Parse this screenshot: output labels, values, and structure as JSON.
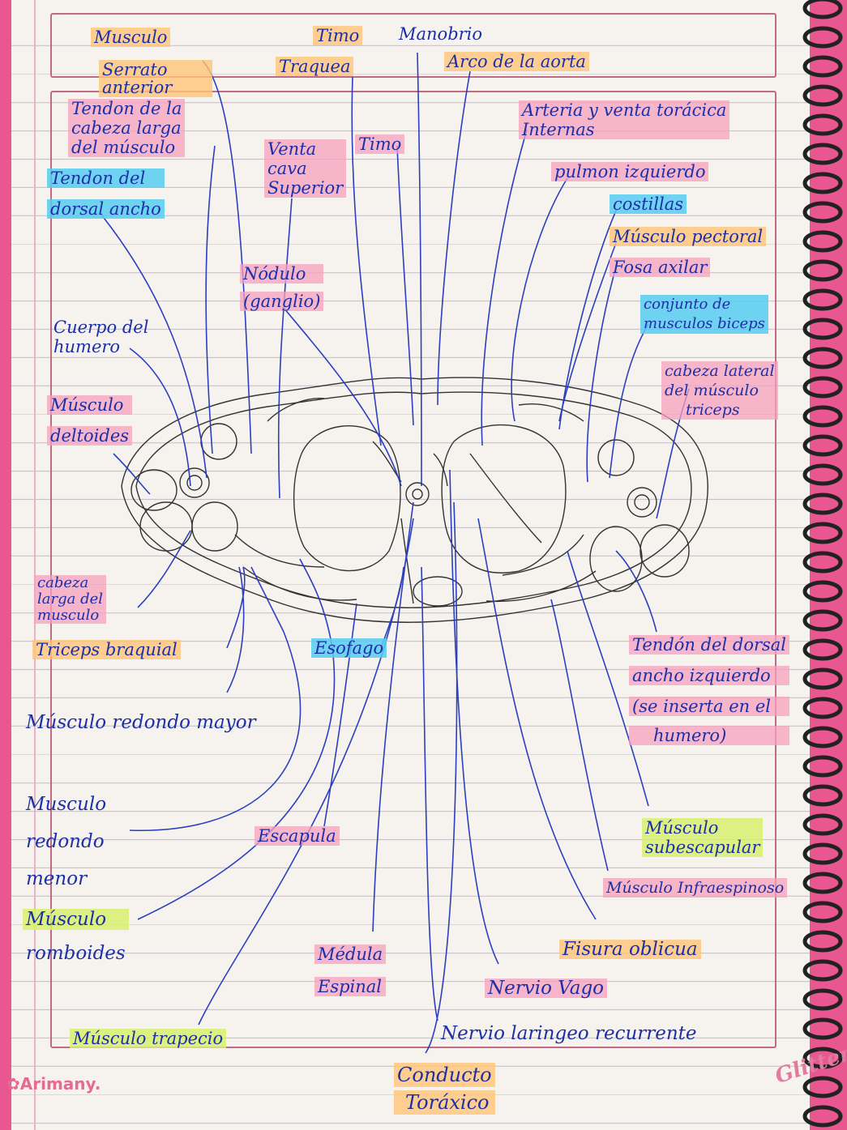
{
  "top_box": {
    "labels": [
      "Musculo",
      "Serrato anterior",
      "Timo",
      "Manobrio",
      "Traquea",
      "Arco de la aorta"
    ]
  },
  "labels": {
    "tendon_cabeza_larga": [
      "Tendon de la",
      "cabeza larga",
      "del músculo"
    ],
    "tendon_dorsal_ancho": [
      "Tendon del",
      "dorsal ancho"
    ],
    "vena_cava": [
      "Venta",
      "cava",
      "Superior"
    ],
    "timo": "Timo",
    "arteria_vena_toracica": [
      "Arteria y venta torácica",
      "Internas"
    ],
    "pulmon_izquierdo": "pulmon izquierdo",
    "costillas": "costillas",
    "musculo_pectoral": "Músculo pectoral",
    "fosa_axilar": "Fosa axilar",
    "conjunto_biceps": [
      "conjunto de",
      "musculos biceps"
    ],
    "nodulo": [
      "Nódulo",
      "(ganglio)"
    ],
    "cuerpo_humero": [
      "Cuerpo del",
      "humero"
    ],
    "cabeza_lateral_triceps": [
      "cabeza lateral",
      "del músculo",
      "triceps"
    ],
    "musculo_deltoides": [
      "Músculo",
      "deltoides"
    ],
    "cabeza_larga_musculo": [
      "cabeza",
      "larga del",
      "musculo"
    ],
    "triceps_braquial": "Triceps braquial",
    "esofago": "Esofago",
    "tendon_dorsal_izq": [
      "Tendón del dorsal",
      "ancho izquierdo",
      "(se inserta en el",
      "humero)"
    ],
    "redondo_mayor": "Músculo redondo mayor",
    "redondo_menor": [
      "Musculo",
      "redondo",
      "menor"
    ],
    "escapula": "Escapula",
    "subescapular": [
      "Músculo",
      "subescapular"
    ],
    "infraespinoso": "Músculo Infraespinoso",
    "romboides": [
      "Músculo",
      "romboides"
    ],
    "medula": [
      "Médula",
      "Espinal"
    ],
    "fisura_oblicua": "Fisura oblicua",
    "nervio_vago": "Nervio Vago",
    "trapecio": "Músculo trapecio",
    "nervio_laringeo": "Nervio laringeo recurrente",
    "conducto_toracico": [
      "Conducto",
      "Toráxico"
    ]
  },
  "branding": {
    "left": "Arimany.",
    "right": "Glitter"
  },
  "colors": {
    "ink": "#1d2fa6",
    "pink_highlight": "#f7a0be",
    "orange_highlight": "#ffc478",
    "blue_highlight": "#56cdf0",
    "green_highlight": "#d7f06e",
    "cover": "#e8578f"
  }
}
